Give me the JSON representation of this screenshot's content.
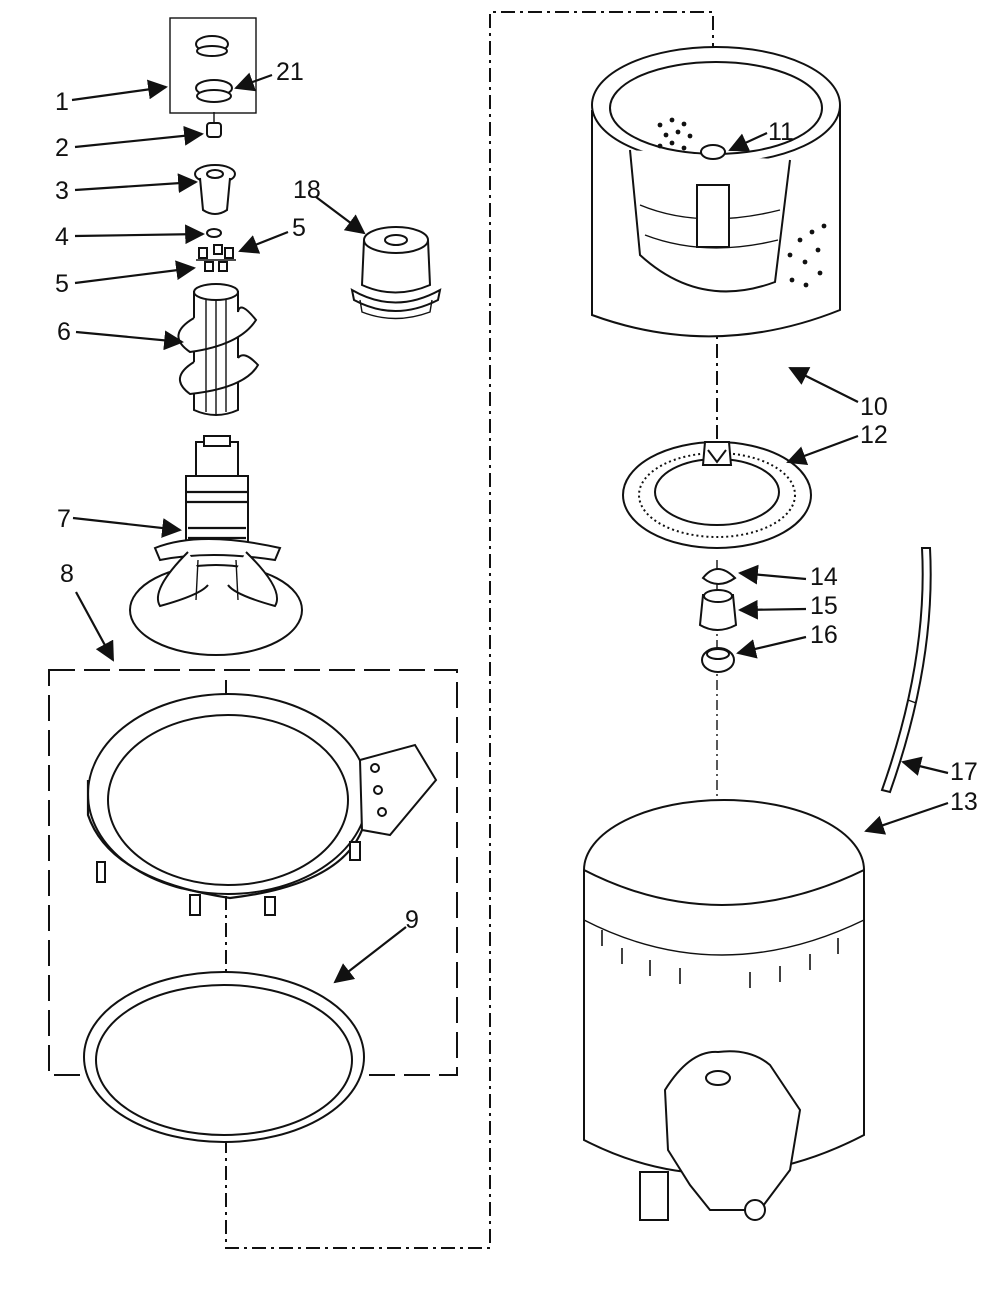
{
  "callouts": {
    "c1": "1",
    "c2": "2",
    "c3": "3",
    "c4": "4",
    "c5a": "5",
    "c5b": "5",
    "c6": "6",
    "c7": "7",
    "c8": "8",
    "c9": "9",
    "c10": "10",
    "c11": "11",
    "c12": "12",
    "c13": "13",
    "c14": "14",
    "c15": "15",
    "c16": "16",
    "c17": "17",
    "c18": "18",
    "c21": "21"
  },
  "colors": {
    "ink": "#111111",
    "paper": "#ffffff"
  }
}
